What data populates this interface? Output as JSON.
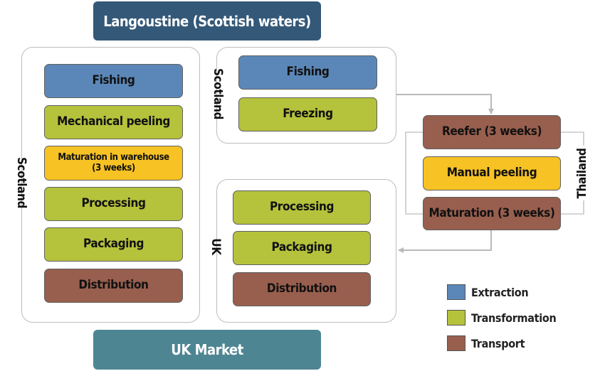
{
  "title": "Langoustine (Scottish waters)",
  "market": "UK Market",
  "left_group": {
    "region": "Scotland",
    "steps": [
      {
        "label": "Fishing",
        "kind": "extraction"
      },
      {
        "label": "Mechanical peeling",
        "kind": "transformation"
      },
      {
        "label": "Maturation in warehouse\n(3 weeks)",
        "kind": "maturation"
      },
      {
        "label": "Processing",
        "kind": "transformation"
      },
      {
        "label": "Packaging",
        "kind": "transformation"
      },
      {
        "label": "Distribution",
        "kind": "transport"
      }
    ]
  },
  "scotland_group": {
    "region": "Scotland",
    "steps": [
      {
        "label": "Fishing",
        "kind": "extraction"
      },
      {
        "label": "Freezing",
        "kind": "transformation"
      }
    ]
  },
  "thailand_group": {
    "region": "Thailand",
    "steps": [
      {
        "label": "Reefer (3 weeks)",
        "kind": "transport"
      },
      {
        "label": "Manual peeling",
        "kind": "maturation"
      },
      {
        "label": "Maturation (3 weeks)",
        "kind": "transport"
      }
    ]
  },
  "uk_group": {
    "region": "UK",
    "steps": [
      {
        "label": "Processing",
        "kind": "transformation"
      },
      {
        "label": "Packaging",
        "kind": "transformation"
      },
      {
        "label": "Distribution",
        "kind": "transport"
      }
    ]
  },
  "legend": [
    {
      "label": "Extraction",
      "color": "#5b87b8"
    },
    {
      "label": "Transformation",
      "color": "#b5c23c"
    },
    {
      "label": "Transport",
      "color": "#985f4e"
    }
  ],
  "colors": {
    "title_bg": "#345878",
    "market_bg": "#4e8593",
    "extraction": "#5b87b8",
    "transformation": "#b5c23c",
    "transport": "#985f4e",
    "maturation": "#f7c223"
  }
}
